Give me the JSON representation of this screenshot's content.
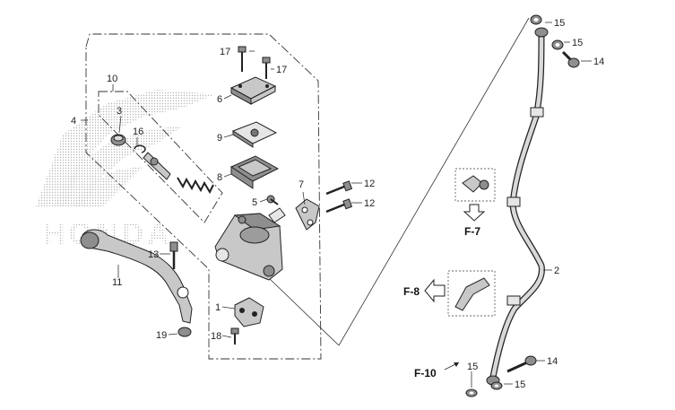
{
  "diagram": {
    "callouts": [
      {
        "id": "c1",
        "text": "1"
      },
      {
        "id": "c2",
        "text": "2"
      },
      {
        "id": "c3",
        "text": "3"
      },
      {
        "id": "c4",
        "text": "4"
      },
      {
        "id": "c5",
        "text": "5"
      },
      {
        "id": "c6",
        "text": "6"
      },
      {
        "id": "c7",
        "text": "7"
      },
      {
        "id": "c8",
        "text": "8"
      },
      {
        "id": "c9",
        "text": "9"
      },
      {
        "id": "c10",
        "text": "10"
      },
      {
        "id": "c11",
        "text": "11"
      },
      {
        "id": "c12a",
        "text": "12"
      },
      {
        "id": "c12b",
        "text": "12"
      },
      {
        "id": "c13",
        "text": "13"
      },
      {
        "id": "c14a",
        "text": "14"
      },
      {
        "id": "c14b",
        "text": "14"
      },
      {
        "id": "c15a",
        "text": "15"
      },
      {
        "id": "c15b",
        "text": "15"
      },
      {
        "id": "c15c",
        "text": "15"
      },
      {
        "id": "c15d",
        "text": "15"
      },
      {
        "id": "c16",
        "text": "16"
      },
      {
        "id": "c17a",
        "text": "17"
      },
      {
        "id": "c17b",
        "text": "17"
      },
      {
        "id": "c18",
        "text": "18"
      },
      {
        "id": "c19",
        "text": "19"
      }
    ],
    "references": {
      "f7": "F-7",
      "f8": "F-8",
      "f10": "F-10"
    },
    "watermark": "HONDA",
    "colors": {
      "line": "#333333",
      "part_fill": "#c8c8c8",
      "watermark": "#b0b0b0"
    }
  }
}
